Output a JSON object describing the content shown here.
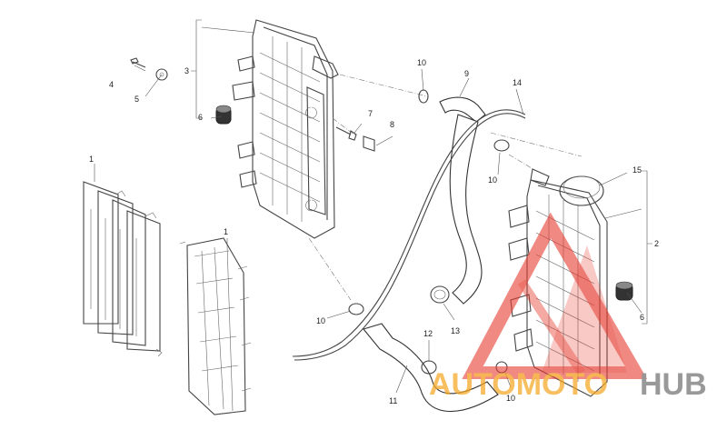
{
  "part_labels": [
    {
      "id": "label-1a",
      "text": "1"
    },
    {
      "id": "label-1b",
      "text": "1"
    },
    {
      "id": "label-2",
      "text": "2"
    },
    {
      "id": "label-3",
      "text": "3"
    },
    {
      "id": "label-4",
      "text": "4"
    },
    {
      "id": "label-5",
      "text": "5"
    },
    {
      "id": "label-6a",
      "text": "6"
    },
    {
      "id": "label-6b",
      "text": "6"
    },
    {
      "id": "label-7",
      "text": "7"
    },
    {
      "id": "label-8",
      "text": "8"
    },
    {
      "id": "label-9",
      "text": "9"
    },
    {
      "id": "label-10a",
      "text": "10"
    },
    {
      "id": "label-10b",
      "text": "10"
    },
    {
      "id": "label-10c",
      "text": "10"
    },
    {
      "id": "label-10d",
      "text": "10"
    },
    {
      "id": "label-11",
      "text": "11"
    },
    {
      "id": "label-12",
      "text": "12"
    },
    {
      "id": "label-13",
      "text": "13"
    },
    {
      "id": "label-14",
      "text": "14"
    },
    {
      "id": "label-15",
      "text": "15"
    }
  ],
  "watermark": {
    "text_orange": "AUTOMOTO",
    "text_gray": "HUB",
    "colors": {
      "orange": "#f6a623",
      "gray": "#7a7a7a",
      "red": "#e53b2f"
    }
  }
}
